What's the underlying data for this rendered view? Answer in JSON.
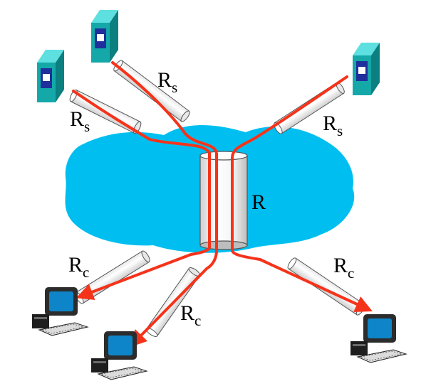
{
  "colors": {
    "cloud": "#00BFF0",
    "flow": "#F5331A",
    "server_body": "#15A8A8",
    "server_top": "#5FE0E0",
    "server_panel": "#1F2F9C",
    "pc_screen": "#0E85C8",
    "pc_body": "#2C2C2C"
  },
  "icons": {
    "server": "server-tower-icon",
    "client": "desktop-computer-icon",
    "link": "pipe-icon"
  },
  "labels": {
    "server_link_left": {
      "main": "R",
      "sub": "s"
    },
    "server_link_mid": {
      "main": "R",
      "sub": "s"
    },
    "server_link_right": {
      "main": "R",
      "sub": "s"
    },
    "bottleneck": {
      "main": "R"
    },
    "client_link_left": {
      "main": "R",
      "sub": "c"
    },
    "client_link_mid": {
      "main": "R",
      "sub": "c"
    },
    "client_link_right": {
      "main": "R",
      "sub": "c"
    }
  }
}
